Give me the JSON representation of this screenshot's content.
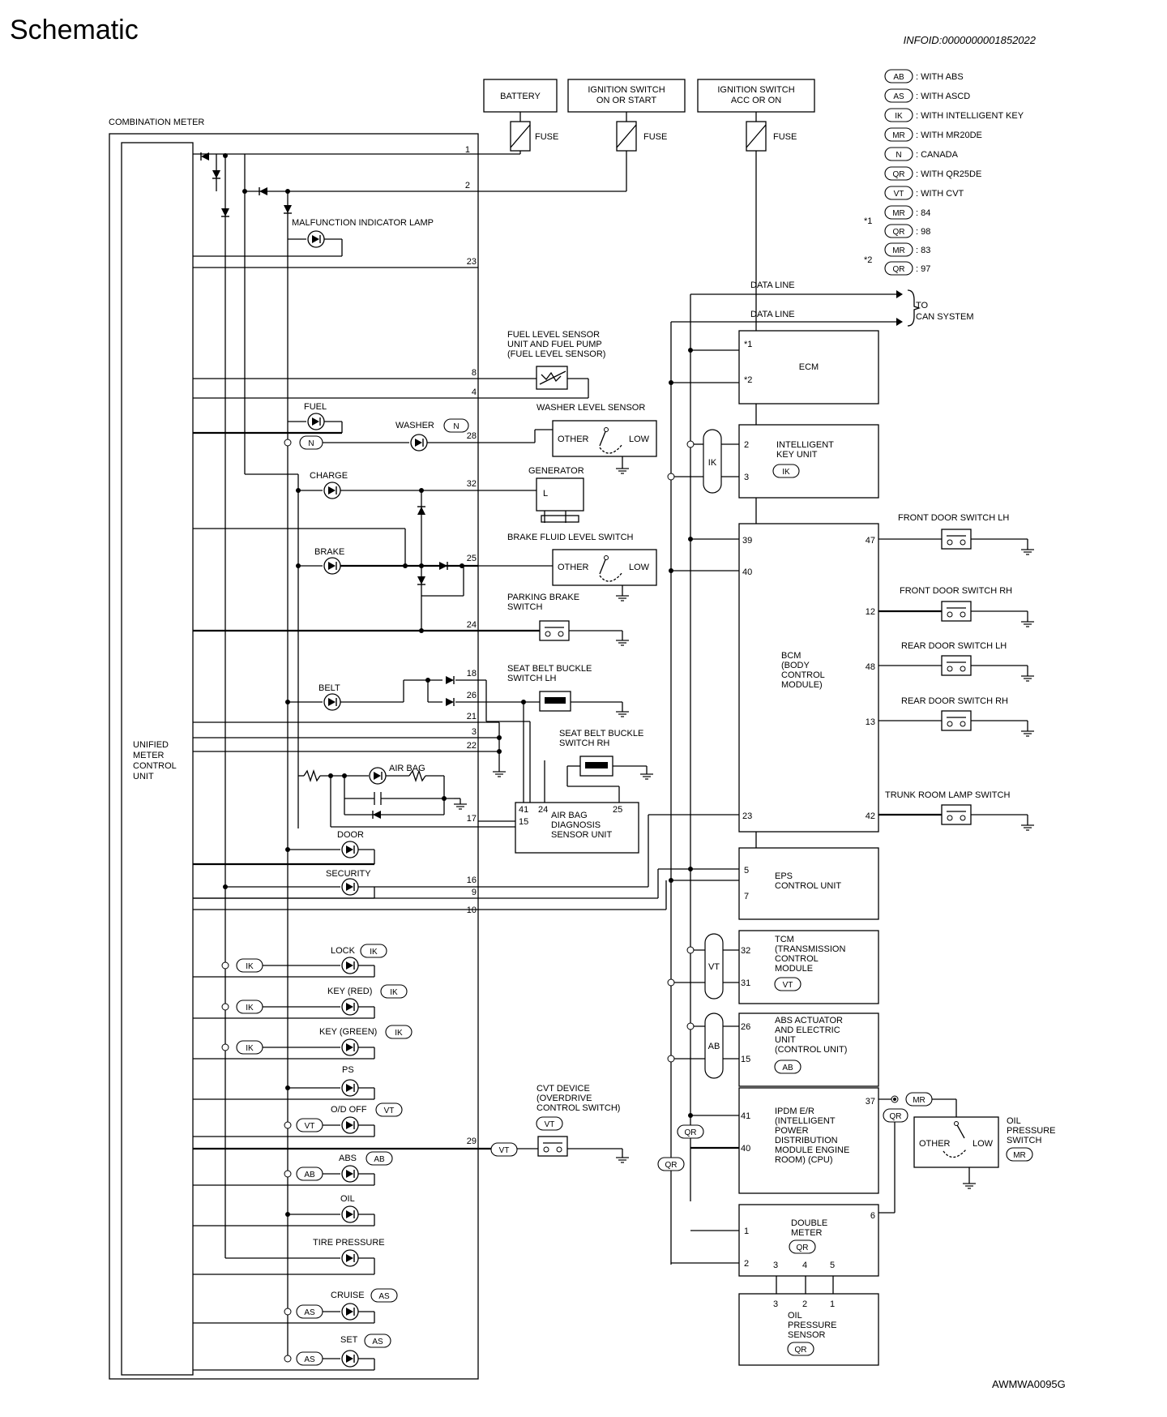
{
  "header": {
    "title": "Schematic",
    "info_id": "INFOID:0000000001852022"
  },
  "footer": {
    "drawing_code": "AWMWA0095G"
  },
  "legend": {
    "items": [
      {
        "tag": "AB",
        "text": ": WITH ABS"
      },
      {
        "tag": "AS",
        "text": ": WITH ASCD"
      },
      {
        "tag": "IK",
        "text": ": WITH INTELLIGENT KEY"
      },
      {
        "tag": "MR",
        "text": ": WITH MR20DE"
      },
      {
        "tag": "N",
        "text": ": CANADA"
      },
      {
        "tag": "QR",
        "text": ": WITH QR25DE"
      },
      {
        "tag": "VT",
        "text": ": WITH CVT"
      }
    ],
    "star1": {
      "mark": "*1",
      "rows": [
        {
          "tag": "MR",
          "text": ": 84"
        },
        {
          "tag": "QR",
          "text": ": 98"
        }
      ]
    },
    "star2": {
      "mark": "*2",
      "rows": [
        {
          "tag": "MR",
          "text": ": 83"
        },
        {
          "tag": "QR",
          "text": ": 97"
        }
      ]
    }
  },
  "power": {
    "battery": "BATTERY",
    "ign_on_1": "IGNITION SWITCH",
    "ign_on_2": "ON OR START",
    "ign_acc_1": "IGNITION SWITCH",
    "ign_acc_2": "ACC OR ON",
    "fuse": "FUSE"
  },
  "meter": {
    "title": "COMBINATION METER",
    "unit_1": "UNIFIED",
    "unit_2": "METER",
    "unit_3": "CONTROL",
    "unit_4": "UNIT",
    "pins": [
      "1",
      "2",
      "23",
      "8",
      "4",
      "28",
      "32",
      "25",
      "24",
      "18",
      "26",
      "21",
      "3",
      "22",
      "17",
      "16",
      "9",
      "10",
      "29"
    ]
  },
  "lamps": {
    "mil": "MALFUNCTION INDICATOR LAMP",
    "fuel": "FUEL",
    "washer": "WASHER",
    "charge": "CHARGE",
    "brake": "BRAKE",
    "belt": "BELT",
    "airbag": "AIR BAG",
    "door": "DOOR",
    "security": "SECURITY",
    "lock": "LOCK",
    "key_red": "KEY (RED)",
    "key_green": "KEY (GREEN)",
    "ps": "PS",
    "od_off": "O/D OFF",
    "abs": "ABS",
    "oil": "OIL",
    "tire": "TIRE PRESSURE",
    "cruise": "CRUISE",
    "set": "SET"
  },
  "tags": {
    "ab": "AB",
    "as": "AS",
    "ik": "IK",
    "mr": "MR",
    "n": "N",
    "qr": "QR",
    "vt": "VT"
  },
  "sensors": {
    "fuel_1": "FUEL LEVEL SENSOR",
    "fuel_2": "UNIT AND FUEL PUMP",
    "fuel_3": "(FUEL LEVEL SENSOR)",
    "washer": "WASHER LEVEL SENSOR",
    "other": "OTHER",
    "low": "LOW",
    "l": "L",
    "generator": "GENERATOR",
    "brake_fluid": "BRAKE FLUID LEVEL SWITCH",
    "parking_1": "PARKING BRAKE",
    "parking_2": "SWITCH",
    "sb_lh_1": "SEAT BELT BUCKLE",
    "sb_lh_2": "SWITCH LH",
    "sb_rh_1": "SEAT BELT BUCKLE",
    "sb_rh_2": "SWITCH RH",
    "cvt_1": "CVT DEVICE",
    "cvt_2": "(OVERDRIVE",
    "cvt_3": "CONTROL SWITCH)"
  },
  "airbag_unit": {
    "l1": "AIR BAG",
    "l2": "DIAGNOSIS",
    "l3": "SENSOR UNIT",
    "p41": "41",
    "p24": "24",
    "p25": "25",
    "p15": "15"
  },
  "can": {
    "data_line": "DATA LINE",
    "to": "TO",
    "can_system": "CAN SYSTEM"
  },
  "ecm": {
    "label": "ECM",
    "s1": "*1",
    "s2": "*2"
  },
  "ikey": {
    "l1": "INTELLIGENT",
    "l2": "KEY UNIT",
    "p2": "2",
    "p3": "3"
  },
  "bcm": {
    "l1": "BCM",
    "l2": "(BODY",
    "l3": "CONTROL",
    "l4": "MODULE)",
    "p39": "39",
    "p40": "40",
    "p23": "23",
    "p47": "47",
    "p12": "12",
    "p48": "48",
    "p13": "13",
    "p42": "42"
  },
  "door_switches": {
    "fl": "FRONT DOOR SWITCH LH",
    "fr": "FRONT DOOR SWITCH RH",
    "rl": "REAR DOOR SWITCH LH",
    "rr": "REAR DOOR SWITCH RH",
    "trunk": "TRUNK ROOM LAMP SWITCH"
  },
  "eps": {
    "l1": "EPS",
    "l2": "CONTROL UNIT",
    "p5": "5",
    "p7": "7"
  },
  "tcm": {
    "l1": "TCM",
    "l2": "(TRANSMISSION",
    "l3": "CONTROL",
    "l4": "MODULE",
    "p32": "32",
    "p31": "31"
  },
  "abs_unit": {
    "l1": "ABS ACTUATOR",
    "l2": "AND ELECTRIC",
    "l3": "UNIT",
    "l4": "(CONTROL UNIT)",
    "p26": "26",
    "p15": "15"
  },
  "ipdm": {
    "l1": "IPDM E/R",
    "l2": "(INTELLIGENT",
    "l3": "POWER",
    "l4": "DISTRIBUTION",
    "l5": "MODULE ENGINE",
    "l6": "ROOM) (CPU)",
    "p41": "41",
    "p40": "40",
    "p37": "37"
  },
  "oil_switch": {
    "l1": "OIL",
    "l2": "PRESSURE",
    "l3": "SWITCH"
  },
  "double_meter": {
    "l1": "DOUBLE",
    "l2": "METER",
    "p1": "1",
    "p2": "2",
    "p6": "6",
    "p3": "3",
    "p4": "4",
    "p5": "5"
  },
  "oil_sensor": {
    "l1": "OIL",
    "l2": "PRESSURE",
    "l3": "SENSOR",
    "p3": "3",
    "p2": "2",
    "p1": "1"
  }
}
